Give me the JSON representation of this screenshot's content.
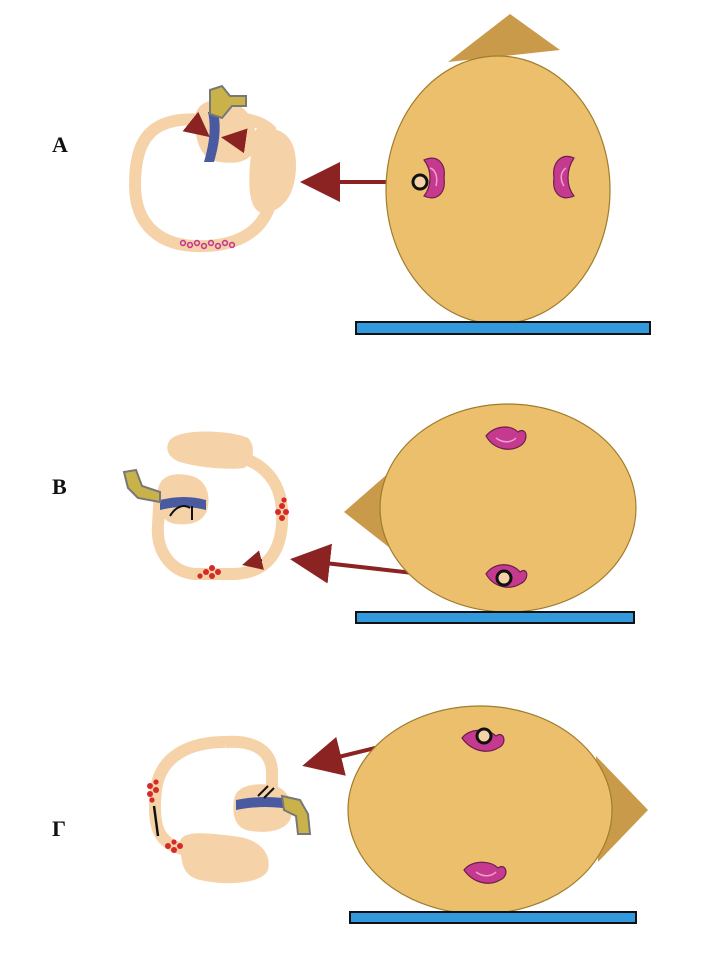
{
  "panels": [
    {
      "id": "a",
      "label": "A"
    },
    {
      "id": "b",
      "label": "B"
    },
    {
      "id": "g",
      "label": "Γ"
    }
  ],
  "colors": {
    "head": "#ebbf6c",
    "head_stroke": "#a07c2c",
    "nose": "#c99a4a",
    "canal": "#f5d2a8",
    "cupula": "#4a5aa0",
    "hair_cells": "#c9b24a",
    "nerve_stroke": "#777777",
    "otoconia": "#d62a2a",
    "ear_pink": "#c53a8e",
    "arrow": "#8b2323",
    "platform": "#3399dd",
    "platform_stroke": "#111111"
  }
}
